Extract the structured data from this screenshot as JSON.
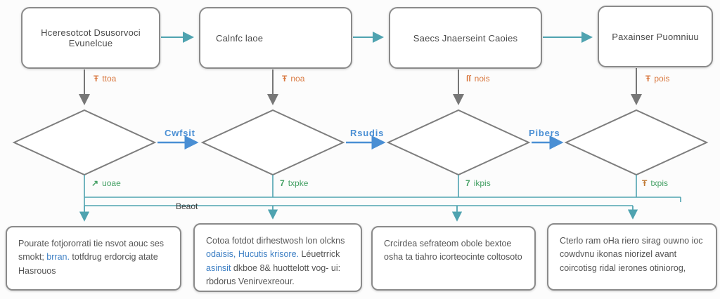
{
  "top_boxes": [
    {
      "label": "Hceresotcot Dsusorvoci Evunelcue"
    },
    {
      "label": "Calnfc laoe"
    },
    {
      "label": "Saecs Jnaerseint Caoies"
    },
    {
      "label": "Paxainser Puomniuu"
    }
  ],
  "branch_no": [
    {
      "icon": "Ŧ",
      "text": "ttoa"
    },
    {
      "icon": "Ŧ",
      "text": "noa"
    },
    {
      "icon": "ſſ",
      "text": "nois"
    },
    {
      "icon": "Ŧ",
      "text": "pois"
    }
  ],
  "branch_yes": [
    {
      "icon": "↗",
      "text": "uoae"
    },
    {
      "icon": "7",
      "text": "txpke"
    },
    {
      "icon": "7",
      "text": "ikpis"
    },
    {
      "icon": "Ŧ",
      "text": "txpis"
    }
  ],
  "diamond_edge_labels": [
    "Cwfsit",
    "Rsudis",
    "Pibers"
  ],
  "bus_label": "Beaot",
  "bottom_boxes": [
    {
      "segments": [
        {
          "text": "Pourate fotjororrati tie nsvot aouc ses smokt; ",
          "style": "gray"
        },
        {
          "text": "brran.",
          "style": "blue"
        },
        {
          "text": " totfdrug erdorcig atate Hasrouos",
          "style": "gray"
        }
      ]
    },
    {
      "segments": [
        {
          "text": "Cotoa fotdot dirhestwosh lon olckns ",
          "style": "gray"
        },
        {
          "text": "odaisis, Hucutis krisore.",
          "style": "blue"
        },
        {
          "text": " Léuetrrick ",
          "style": "gray"
        },
        {
          "text": "asinsit",
          "style": "blue"
        },
        {
          "text": " dkboe 8& huottelott vog- ui: rbdorus Venirvexreour.",
          "style": "gray"
        }
      ]
    },
    {
      "segments": [
        {
          "text": "Crcirdea sefrateom obole bextoe osha ta tiahro icorteocinte coltosoto",
          "style": "gray"
        }
      ]
    },
    {
      "segments": [
        {
          "text": "Cterlo ram oHa riero sirag ouwno ioc cowdvnu ikonas niorizel avant coircotisg ridal ierones otiniorog,",
          "style": "gray"
        }
      ]
    }
  ],
  "colors": {
    "teal": "#4fa3b0",
    "blue": "#4a8fd4",
    "orange": "#d97941",
    "green": "#44a064",
    "border_gray": "#8a8a8a",
    "arrow_gray": "#777777",
    "text_gray": "#555555"
  }
}
